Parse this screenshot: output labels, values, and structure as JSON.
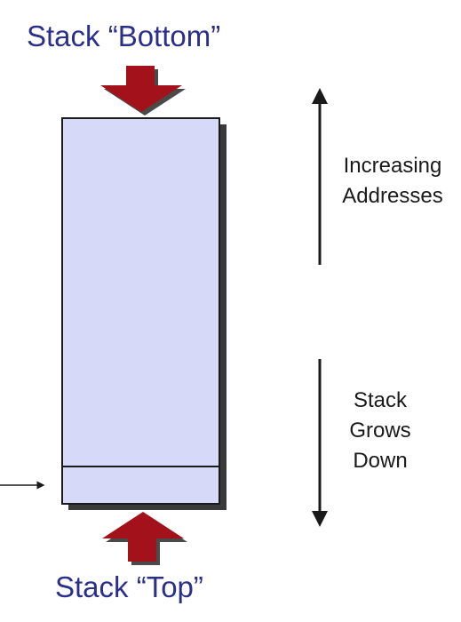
{
  "diagram": {
    "top_title": "Stack “Bottom”",
    "bottom_title": "Stack “Top”",
    "address_label": [
      "Increasing",
      "Addresses"
    ],
    "growth_label": [
      "Stack",
      "Grows",
      "Down"
    ],
    "colors": {
      "title": "#2b2f8c",
      "stack_fill": "#d6d9f8",
      "stack_border": "#1a1a1a",
      "arrow_fill": "#a3121b",
      "shadow": "#3a3a3a"
    }
  }
}
